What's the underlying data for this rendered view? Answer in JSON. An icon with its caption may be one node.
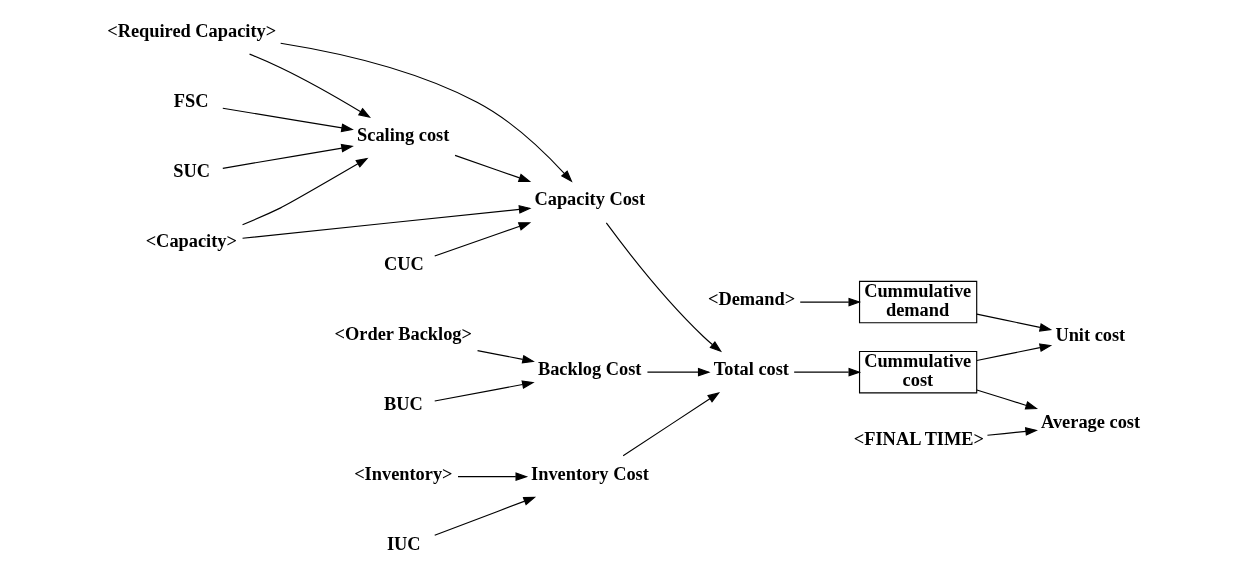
{
  "diagram": {
    "nodes": [
      {
        "text": [
          "FSC"
        ]
      },
      {
        "text": [
          "<Required Capacity>"
        ]
      },
      {
        "text": [
          "Scaling cost"
        ]
      },
      {
        "text": [
          "Capacity Cost"
        ]
      },
      {
        "text": [
          "SUC"
        ]
      },
      {
        "text": [
          "<Capacity>"
        ]
      },
      {
        "text": [
          "CUC"
        ]
      },
      {
        "text": [
          "<Demand>"
        ]
      },
      {
        "text": [
          "Cummulative demand"
        ]
      },
      {
        "text": [
          "Unit cost"
        ]
      },
      {
        "text": [
          "<Order Backlog>"
        ]
      },
      {
        "text": [
          "Backlog Cost"
        ]
      },
      {
        "text": [
          "Total cost"
        ]
      },
      {
        "text": [
          "Cummulative cost"
        ]
      },
      {
        "text": [
          "Average cost"
        ]
      },
      {
        "text": [
          "BUC"
        ]
      },
      {
        "text": [
          "<FINAL TIME>"
        ]
      },
      {
        "text": [
          "<Inventory>"
        ]
      },
      {
        "text": [
          "Inventory Cost"
        ]
      },
      {
        "text": [
          "IUC"
        ]
      }
    ],
    "edges": [
      {
        "from": 0,
        "to": 2,
        "arrow": "to"
      },
      {
        "from": 1,
        "to": 2,
        "arrow": "to"
      },
      {
        "from": 1,
        "to": 3,
        "arrow": "to"
      },
      {
        "from": 2,
        "to": 3,
        "arrow": "to"
      },
      {
        "from": 4,
        "to": 2,
        "arrow": "to"
      },
      {
        "from": 5,
        "to": 2,
        "arrow": "to"
      },
      {
        "from": 5,
        "to": 3,
        "arrow": "to"
      },
      {
        "from": 6,
        "to": 3,
        "arrow": "to"
      },
      {
        "from": 3,
        "to": 12,
        "arrow": "to"
      },
      {
        "from": 7,
        "to": 8,
        "arrow": "to"
      },
      {
        "from": 8,
        "to": 9,
        "arrow": "to"
      },
      {
        "from": 10,
        "to": 11,
        "arrow": "to"
      },
      {
        "from": 15,
        "to": 11,
        "arrow": "to"
      },
      {
        "from": 11,
        "to": 12,
        "arrow": "to"
      },
      {
        "from": 17,
        "to": 18,
        "arrow": "to"
      },
      {
        "from": 19,
        "to": 18,
        "arrow": "to"
      },
      {
        "from": 18,
        "to": 12,
        "arrow": "to"
      },
      {
        "from": 12,
        "to": 13,
        "arrow": "to"
      },
      {
        "from": 13,
        "to": 9,
        "arrow": "to"
      },
      {
        "from": 13,
        "to": 14,
        "arrow": "to"
      },
      {
        "from": 16,
        "to": 14,
        "arrow": "to"
      }
    ]
  }
}
